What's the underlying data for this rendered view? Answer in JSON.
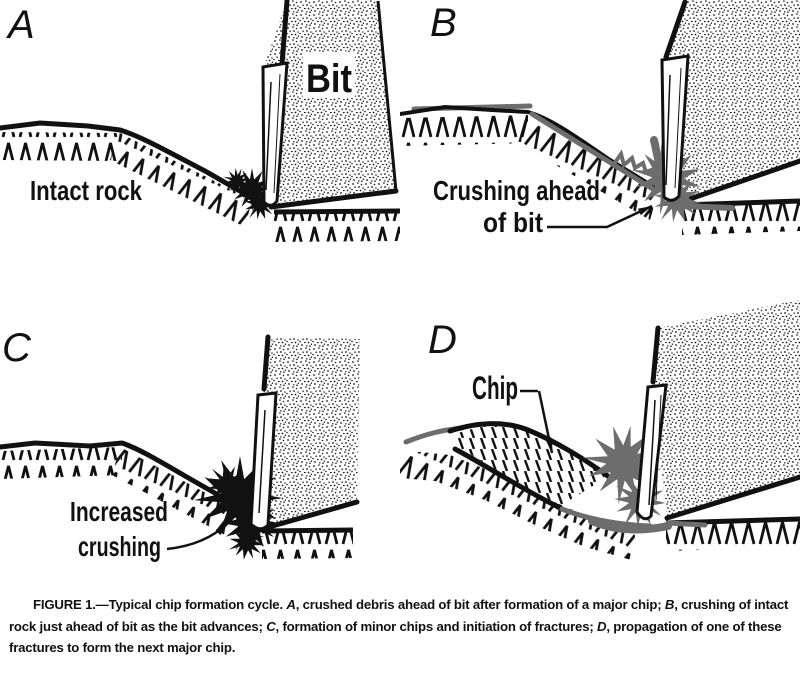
{
  "figure": {
    "panels": [
      {
        "letter": "A",
        "labels": {
          "bit": "Bit",
          "intact_rock": "Intact rock"
        }
      },
      {
        "letter": "B",
        "labels": {
          "crushing_line1": "Crushing ahead",
          "crushing_line2": "of bit"
        }
      },
      {
        "letter": "C",
        "labels": {
          "increased_line1": "Increased",
          "increased_line2": "crushing"
        }
      },
      {
        "letter": "D",
        "labels": {
          "chip": "Chip"
        }
      }
    ],
    "caption": {
      "s1": "FIGURE 1.—Typical chip formation cycle. ",
      "iA": "A",
      "s2": ", crushed debris ahead of bit after formation of a major chip; ",
      "iB": "B",
      "s3": ", crushing of intact",
      "s4": "rock just ahead of bit as the bit advances; ",
      "iC": "C",
      "s5": ", formation of minor chips and initiation of fractures; ",
      "iD": "D",
      "s6": ", propagation of one of these",
      "s7": "fractures to form the next major chip."
    },
    "colors": {
      "ink": "#111111",
      "crush_gray": "#6d6d6d",
      "stipple_dot": "#1b1b1b",
      "background": "#ffffff"
    }
  }
}
